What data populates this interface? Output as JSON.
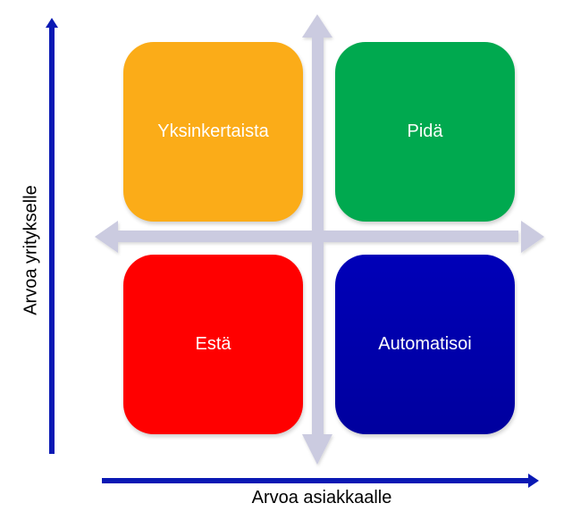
{
  "colors": {
    "axis": "#0a19b4",
    "cross_arrows": "#cbcbe0",
    "quadrant_top_left": "#fbac18",
    "quadrant_top_right": "#00a94f",
    "quadrant_bottom_left": "#ff0000",
    "quadrant_bottom_right": "#0000b4",
    "quadrant_text": "#ffffff"
  },
  "axes": {
    "y_label": "Arvoa yritykselle",
    "x_label": "Arvoa asiakkaalle"
  },
  "quadrants": {
    "top_left": {
      "label": "Yksinkertaista"
    },
    "top_right": {
      "label": "Pidä"
    },
    "bottom_left": {
      "label": "Estä"
    },
    "bottom_right": {
      "label": "Automatisoi"
    }
  }
}
